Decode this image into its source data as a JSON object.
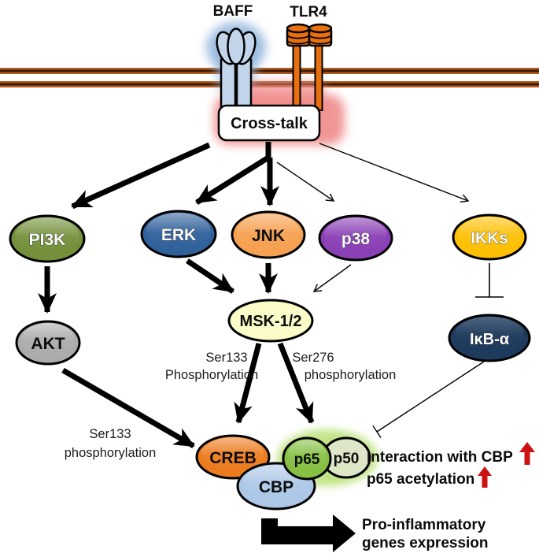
{
  "figure": {
    "receptors": {
      "baff": "BAFF",
      "tlr4": "TLR4"
    },
    "crosstalk_label": "Cross-talk",
    "nodes": {
      "pi3k": "PI3K",
      "erk": "ERK",
      "jnk": "JNK",
      "p38": "p38",
      "ikks": "IKKs",
      "akt": "AKT",
      "msk": "MSK-1/2",
      "ikba": "IκB-α",
      "creb": "CREB",
      "cbp": "CBP",
      "p65": "p65",
      "p50": "p50"
    },
    "annotations": {
      "msk_creb_line1": "Ser133",
      "msk_creb_line2": "Phosphorylation",
      "msk_p65_line1": "Ser276",
      "msk_p65_line2": "phosphorylation",
      "akt_creb_line1": "Ser133",
      "akt_creb_line2": "phosphorylation",
      "interaction_cbp": "Interaction with CBP",
      "p65_acetylation": "p65 acetylation",
      "outcome_line1": "Pro-inflammatory",
      "outcome_line2": "genes expression"
    },
    "colors": {
      "pi3k": "#74903A",
      "erk": "#31619B",
      "jnk": "#F6A151",
      "p38": "#8A3FB5",
      "ikks": "#FDC004",
      "akt": "#ABABAB",
      "msk": "#FBFCC8",
      "ikba": "#1E3A5C",
      "creb": "#EC7C1F",
      "cbp": "#ADC8E7",
      "p65": "#85C043",
      "p50": "#DDE7C8",
      "membrane": "#B35A1E",
      "membrane_core": "#3A1C06",
      "receptor_baff": "#C3D5EB",
      "receptor_tlr4": "#E8700F",
      "glow_baff": "#8FB3DC",
      "glow_crosstalk": "#F08A8A",
      "glow_nfkb": "#BCE27B",
      "up_arrow": "#CC1111",
      "arrow": "#000000"
    }
  }
}
